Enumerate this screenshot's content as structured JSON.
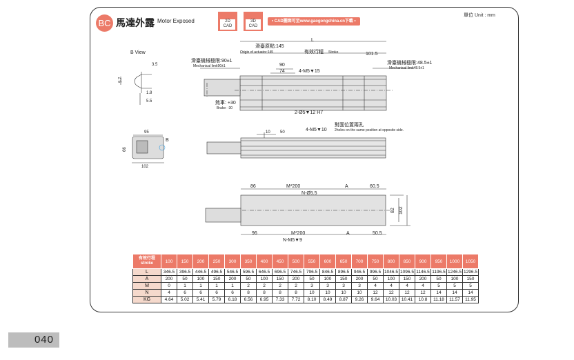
{
  "header": {
    "badge": "BC",
    "title_cn": "馬達外露",
    "title_en": "Motor Exposed",
    "cad2d": "2D\nCAD",
    "cad2d_a": "2D",
    "cad2d_b": "CAD",
    "cad3d_a": "3D",
    "cad3d_b": "CAD",
    "cad_link": "• CAD圖面可至www.gaogongchina.cn下載 •",
    "unit": "單位 Unit : mm"
  },
  "drawing": {
    "b_view": "B  View",
    "d35": "3.5",
    "d57": "5.7",
    "d18": "1.8",
    "d55": "5.5",
    "d95": "95",
    "d66": "66",
    "d102": "102",
    "b": "B",
    "L": "L",
    "origin_cn": "滑臺原點:145",
    "origin_en": "Origin of actuator:145",
    "stroke_cn": "有效行程",
    "stroke_en": "Stroke",
    "d1015": "101.5",
    "mech90_cn": "滑臺機械極限:90±1",
    "mech90_en": "Mechanical limit90±1",
    "mech485_cn": "滑臺機械極限:48.5±1",
    "mech485_en": "Mechanical limit48.5±1",
    "d90": "90",
    "d74": "74",
    "m5_15": "4-M5▼15",
    "brake_cn": "煞車: +30",
    "brake_en": "Brake: -30",
    "pin": "2-Ø5▼12 H7",
    "d10": "10",
    "d50": "50",
    "m5_10": "4-M5▼10",
    "opp_cn": "對面位置兩孔",
    "opp_en": "2holes on the same position at opposite side.",
    "d86": "86",
    "m200a": "M*200",
    "A1": "A",
    "d605": "60.5",
    "n55": "N-Ø5.5",
    "d82": "82",
    "d102b": "102",
    "d96": "96",
    "m200b": "M*200",
    "A2": "A",
    "d505": "50.5",
    "nm5": "N-M5▼9"
  },
  "table": {
    "header_cn": "有效行程",
    "header_en": "stroke",
    "strokes": [
      "100",
      "150",
      "200",
      "250",
      "300",
      "350",
      "400",
      "450",
      "500",
      "550",
      "600",
      "650",
      "700",
      "750",
      "800",
      "850",
      "900",
      "950",
      "1000",
      "1050"
    ],
    "rows": [
      {
        "label": "L",
        "values": [
          "346.5",
          "396.5",
          "446.5",
          "496.5",
          "546.5",
          "596.5",
          "646.5",
          "696.5",
          "746.5",
          "796.5",
          "846.5",
          "896.5",
          "946.5",
          "996.5",
          "1046.5",
          "1096.5",
          "1146.5",
          "1196.5",
          "1246.5",
          "1296.5"
        ]
      },
      {
        "label": "A",
        "values": [
          "200",
          "50",
          "100",
          "150",
          "200",
          "50",
          "100",
          "150",
          "200",
          "50",
          "100",
          "150",
          "200",
          "50",
          "100",
          "150",
          "200",
          "50",
          "100",
          "150"
        ]
      },
      {
        "label": "M",
        "values": [
          "0",
          "1",
          "1",
          "1",
          "1",
          "2",
          "2",
          "2",
          "2",
          "3",
          "3",
          "3",
          "3",
          "4",
          "4",
          "4",
          "4",
          "5",
          "5",
          "5"
        ]
      },
      {
        "label": "N",
        "values": [
          "4",
          "6",
          "6",
          "6",
          "6",
          "8",
          "8",
          "8",
          "8",
          "10",
          "10",
          "10",
          "10",
          "12",
          "12",
          "12",
          "12",
          "14",
          "14",
          "14"
        ]
      },
      {
        "label": "KG",
        "values": [
          "4.64",
          "5.02",
          "5.41",
          "5.79",
          "6.18",
          "6.56",
          "6.95",
          "7.33",
          "7.72",
          "8.10",
          "8.49",
          "8.87",
          "9.26",
          "9.64",
          "10.03",
          "10.41",
          "10.8",
          "11.18",
          "11.57",
          "11.95"
        ]
      }
    ]
  },
  "page_number": "040",
  "colors": {
    "accent": "#ec7a68",
    "blue": "#3aa0e0"
  }
}
